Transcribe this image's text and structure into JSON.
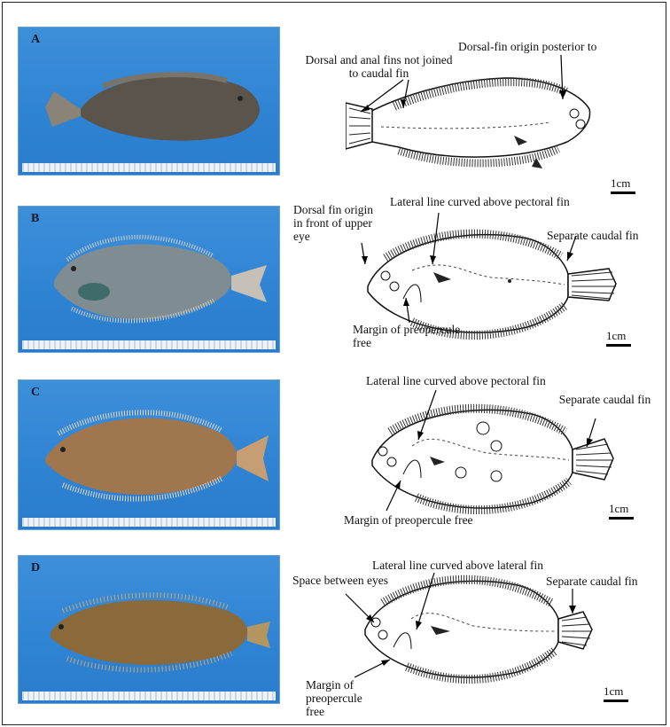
{
  "figure": {
    "panels": [
      {
        "label": "A",
        "annotations": [
          "Dorsal and anal fins not joined to caudal fin",
          "Dorsal-fin origin posterior to"
        ],
        "scale": "1cm"
      },
      {
        "label": "B",
        "annotations": [
          "Dorsal fin origin in front of upper eye",
          "Lateral line curved above pectoral fin",
          "Separate caudal fin",
          "Margin of preopercule free"
        ],
        "scale": "1cm"
      },
      {
        "label": "C",
        "annotations": [
          "Lateral line curved above pectoral fin",
          "Separate caudal fin",
          "Margin of preopercule free"
        ],
        "scale": "1cm"
      },
      {
        "label": "D",
        "annotations": [
          "Space between eyes",
          "Lateral line curved above lateral fin",
          "Separate caudal fin",
          "Margin of preopercule free"
        ],
        "scale": "1cm"
      }
    ]
  }
}
